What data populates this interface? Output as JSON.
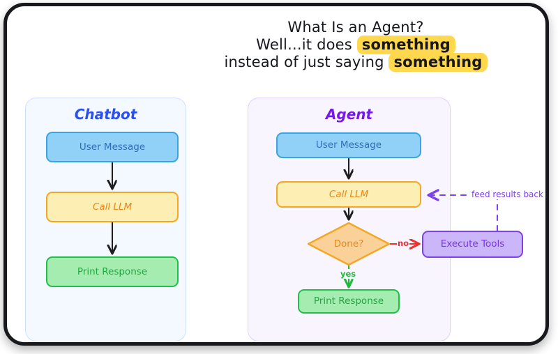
{
  "heading": {
    "line1": "What Is an Agent?",
    "line2_prefix": "Well...it does ",
    "line2_highlight": "something",
    "line3_prefix": "instead of just saying ",
    "line3_highlight": "something",
    "highlight_color": "#ffd84d"
  },
  "panels": {
    "chatbot": {
      "title": "Chatbot",
      "title_color": "#2b4ff0",
      "nodes": [
        {
          "id": "user-message",
          "label": "User Message",
          "shape": "rounded-rect",
          "color": "#91d0f7",
          "border": "#3aa4e4"
        },
        {
          "id": "call-llm",
          "label": "Call LLM",
          "shape": "rounded-rect",
          "color": "#fdeeb3",
          "border": "#f5a623"
        },
        {
          "id": "print-response",
          "label": "Print Response",
          "shape": "rounded-rect",
          "color": "#a5ecb1",
          "border": "#21bf48"
        }
      ]
    },
    "agent": {
      "title": "Agent",
      "title_color": "#7619e8",
      "nodes": [
        {
          "id": "user-message",
          "label": "User Message",
          "shape": "rounded-rect",
          "color": "#91d0f7",
          "border": "#3aa4e4"
        },
        {
          "id": "call-llm",
          "label": "Call LLM",
          "shape": "rounded-rect",
          "color": "#fdeeb3",
          "border": "#f5a623"
        },
        {
          "id": "done-decision",
          "label": "Done?",
          "shape": "diamond",
          "color": "#fbd19a",
          "border": "#f5a623"
        },
        {
          "id": "print-response",
          "label": "Print Response",
          "shape": "rounded-rect",
          "color": "#a5ecb1",
          "border": "#21bf48"
        }
      ]
    }
  },
  "external": {
    "execute_tools": {
      "label": "Execute Tools",
      "color": "#cbb6fa",
      "border": "#7d3ff0"
    }
  },
  "edge_labels": {
    "no": "no",
    "no_color": "#f0302e",
    "yes": "yes",
    "yes_color": "#20b83f",
    "feed_back": "feed results back",
    "feed_back_color": "#7d3ff0"
  },
  "chart_data": {
    "type": "flowchart",
    "title": "What Is an Agent?",
    "groups": [
      {
        "name": "Chatbot",
        "nodes": [
          "User Message",
          "Call LLM",
          "Print Response"
        ],
        "edges": [
          {
            "from": "User Message",
            "to": "Call LLM",
            "label": "",
            "style": "solid-arrow"
          },
          {
            "from": "Call LLM",
            "to": "Print Response",
            "label": "",
            "style": "solid-arrow"
          }
        ]
      },
      {
        "name": "Agent",
        "nodes": [
          "User Message",
          "Call LLM",
          "Done?",
          "Print Response",
          "Execute Tools"
        ],
        "edges": [
          {
            "from": "User Message",
            "to": "Call LLM",
            "label": "",
            "style": "solid-arrow"
          },
          {
            "from": "Call LLM",
            "to": "Done?",
            "label": "",
            "style": "solid-arrow"
          },
          {
            "from": "Done?",
            "to": "Execute Tools",
            "label": "no",
            "style": "solid-arrow-red"
          },
          {
            "from": "Done?",
            "to": "Print Response",
            "label": "yes",
            "style": "solid-arrow-green"
          },
          {
            "from": "Execute Tools",
            "to": "Call LLM",
            "label": "feed results back",
            "style": "dashed-arrow-purple"
          }
        ]
      }
    ]
  }
}
